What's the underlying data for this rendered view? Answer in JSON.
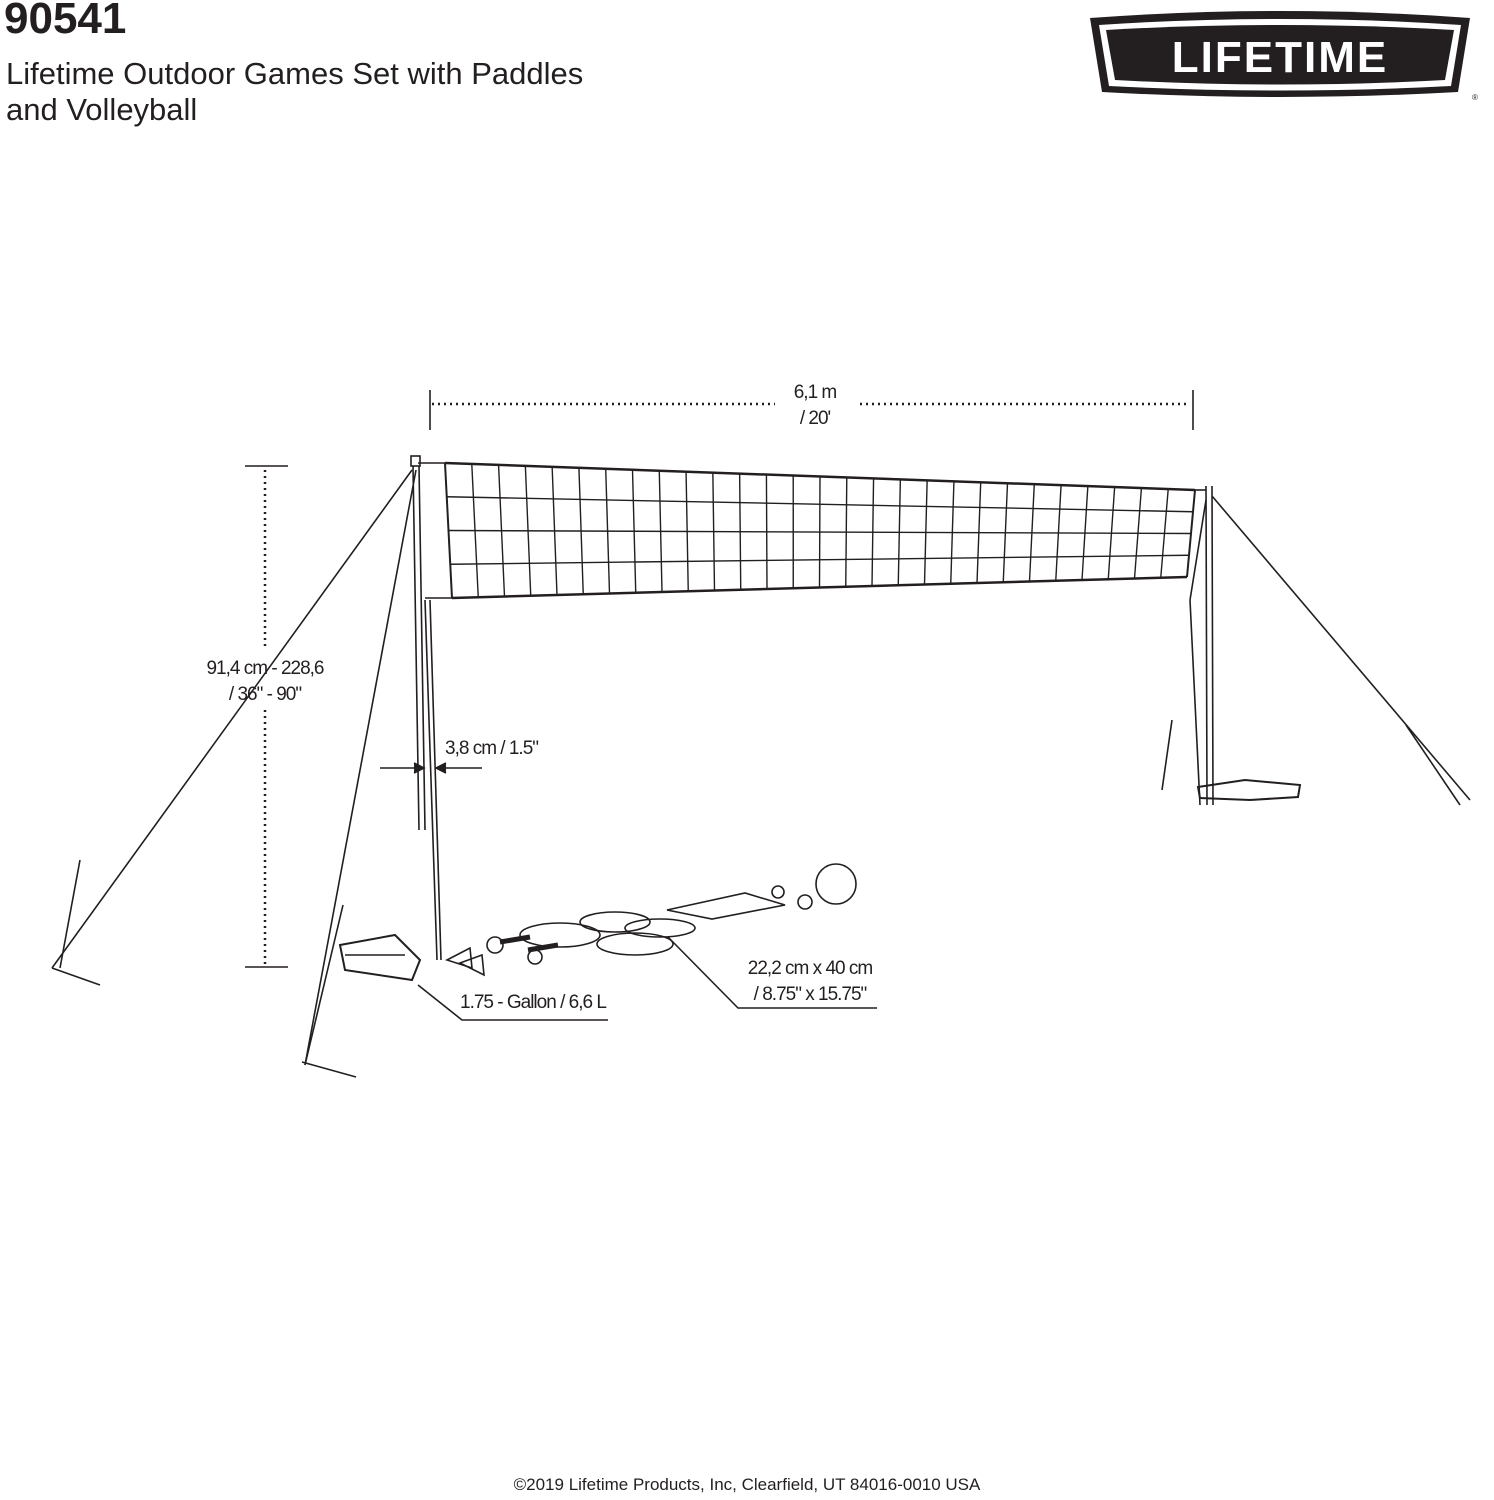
{
  "header": {
    "model_number": "90541",
    "product_title": "Lifetime Outdoor Games Set with Paddles and Volleyball"
  },
  "logo": {
    "text": "LIFETIME",
    "registered_mark": "®"
  },
  "dimensions": {
    "net_width": {
      "metric": "6,1 m",
      "imperial": "/ 20'"
    },
    "height_range": {
      "metric": "91,4 cm - 228,6",
      "imperial": "/ 36\" - 90\""
    },
    "pole_diameter": "3,8 cm / 1.5\"",
    "base_capacity": "1.75 - Gallon / 6,6 L",
    "paddle_size": {
      "metric": "22,2 cm x 40 cm",
      "imperial": "/ 8.75\" x 15.75\""
    }
  },
  "footer": {
    "copyright": "©2019 Lifetime Products, Inc, Clearfield, UT 84016-0010 USA"
  },
  "colors": {
    "ink": "#231f20",
    "background": "#ffffff"
  }
}
